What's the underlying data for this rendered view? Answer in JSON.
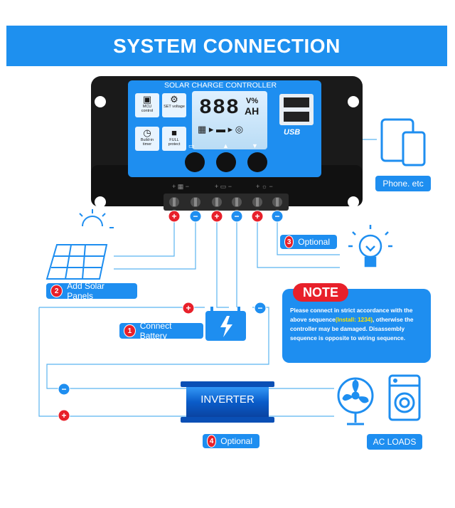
{
  "banner": {
    "title": "SYSTEM CONNECTION"
  },
  "controller": {
    "title": "SOLAR CHARGE CONTROLLER",
    "display_digits": "888",
    "display_unit_top": "V%",
    "display_unit_bottom": "AH",
    "icons": [
      {
        "name": "mcu-icon",
        "label": "MCU control"
      },
      {
        "name": "gear-icon",
        "label": "SET voltage"
      },
      {
        "name": "clock-icon",
        "label": "Build-in timer"
      },
      {
        "name": "lock-icon",
        "label": "FULL protect"
      }
    ],
    "usb_label": "USB"
  },
  "labels": {
    "phone": "Phone. etc",
    "solar": "Add Solar Panels",
    "battery": "Connect Battery",
    "optional_top": "Optional",
    "inverter": "INVERTER",
    "optional_bottom": "Optional",
    "ac_loads": "AC LOADS"
  },
  "steps": {
    "solar": "2",
    "battery": "1",
    "optional_top": "3",
    "optional_bottom": "4"
  },
  "note": {
    "title": "NOTE",
    "line1": "Please connect in strict accordance with the above sequence",
    "highlight": "(Install: 1234)",
    "line2": ", otherwise the controller may be damaged. Disassembly sequence is opposite to wiring sequence."
  },
  "colors": {
    "accent": "#1e8ef0",
    "positive": "#e8202a",
    "negative": "#1e8ef0",
    "controller_body": "#1a1a1a"
  }
}
